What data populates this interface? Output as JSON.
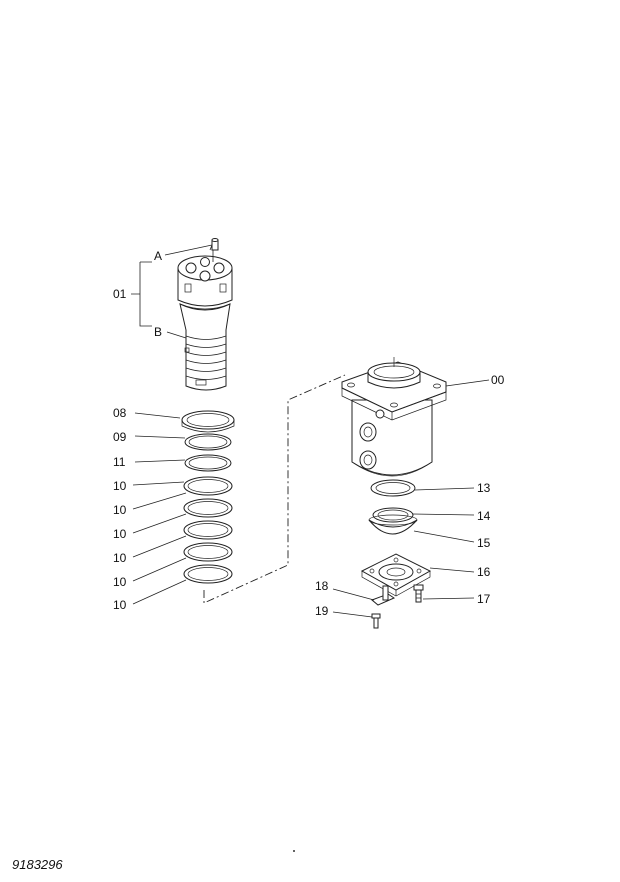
{
  "callouts": {
    "A": "A",
    "B": "B",
    "c01": "01",
    "c08": "08",
    "c09": "09",
    "c11": "11",
    "c10": "10",
    "c00": "00",
    "c13": "13",
    "c14": "14",
    "c15": "15",
    "c16": "16",
    "c17": "17",
    "c18": "18",
    "c19": "19"
  },
  "drawing_number": "9183296"
}
